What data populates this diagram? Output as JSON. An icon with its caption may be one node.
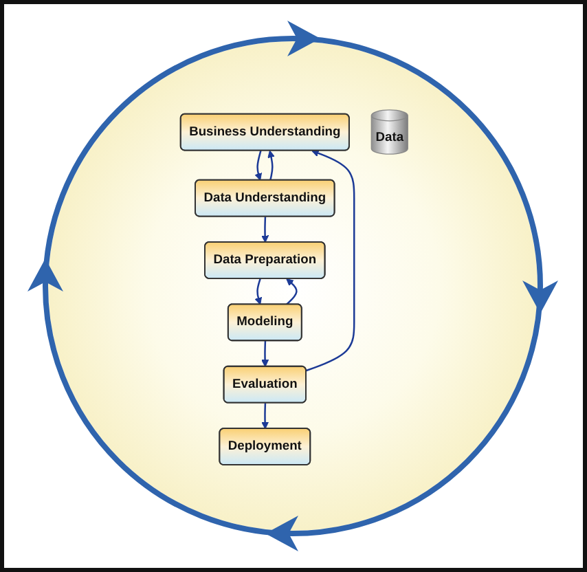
{
  "diagram": {
    "nodes": [
      {
        "text": [
          "Business Understanding"
        ]
      },
      {
        "text": [
          "Data Understanding"
        ]
      },
      {
        "text": [
          "Data Preparation"
        ]
      },
      {
        "text": [
          "Deployment"
        ]
      },
      {
        "text": [
          "Data"
        ]
      },
      {
        "text": [
          "Modeling"
        ]
      },
      {
        "text": [
          "Evaluation"
        ]
      }
    ],
    "edges": [
      {
        "from": 0,
        "to": 1,
        "arrow": "to"
      },
      {
        "from": 1,
        "to": 0,
        "arrow": "to"
      },
      {
        "from": 1,
        "to": 2,
        "arrow": "to"
      },
      {
        "from": 5,
        "to": 2,
        "arrow": "to"
      },
      {
        "from": 2,
        "to": 5,
        "arrow": "to"
      },
      {
        "from": 5,
        "to": 6,
        "arrow": "to"
      },
      {
        "from": 6,
        "to": 0,
        "arrow": "to"
      },
      {
        "from": 6,
        "to": 3,
        "arrow": "to"
      }
    ]
  }
}
